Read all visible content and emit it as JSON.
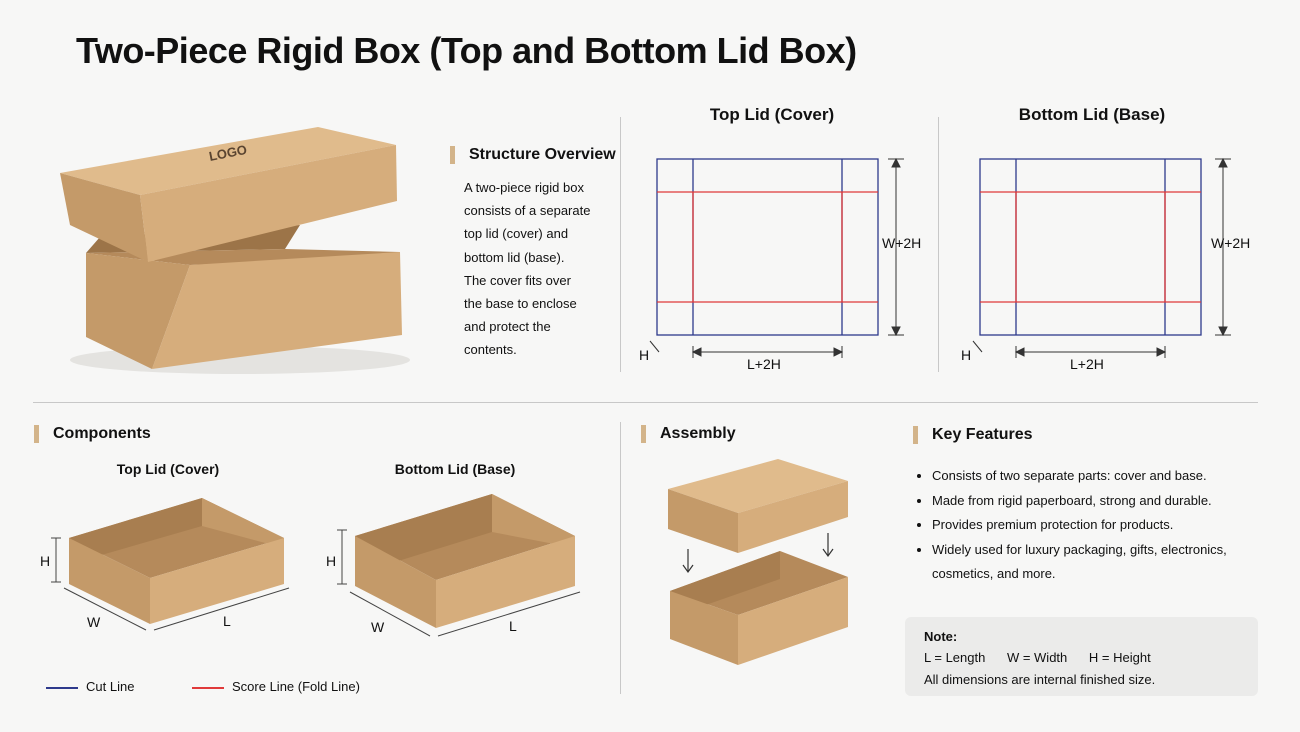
{
  "title": "Two-Piece Rigid Box (Top and Bottom Lid Box)",
  "overview": {
    "heading": "Structure Overview",
    "lines": [
      "A two-piece rigid box",
      "consists of a separate",
      "top lid (cover) and",
      "bottom lid (base).",
      "The cover fits over",
      "the base to enclose",
      "and protect the",
      "contents."
    ]
  },
  "hero_box_lettering": "LOGO",
  "dielines": {
    "top": {
      "title": "Top Lid (Cover)",
      "width_label": "L+2H",
      "height_label": "W+2H",
      "corner_label": "H"
    },
    "bottom": {
      "title": "Bottom Lid (Base)",
      "width_label": "L+2H",
      "height_label": "W+2H",
      "corner_label": "H"
    }
  },
  "components": {
    "heading": "Components",
    "top": {
      "title": "Top Lid (Cover)",
      "h": "H",
      "w": "W",
      "l": "L"
    },
    "bottom": {
      "title": "Bottom Lid (Base)",
      "h": "H",
      "w": "W",
      "l": "L"
    }
  },
  "legend": {
    "cut": "Cut Line",
    "score": "Score Line (Fold Line)"
  },
  "assembly": {
    "heading": "Assembly"
  },
  "features": {
    "heading": "Key Features",
    "items": [
      "Consists of two separate parts: cover and base.",
      "Made from rigid paperboard, strong and durable.",
      "Provides premium protection for products.",
      "Widely used for luxury packaging, gifts, electronics, cosmetics, and more."
    ]
  },
  "note": {
    "label": "Note:",
    "length": "L = Length",
    "width": "W = Width",
    "height": "H = Height",
    "desc": "All dimensions are internal finished size."
  },
  "colors": {
    "cut": "#2e3a8c",
    "score": "#e03a3a",
    "accent": "#d3b48a",
    "kraft": "#d6ad7c",
    "kraft_dark": "#c49a69",
    "kraft_inner": "#b58a5b"
  }
}
